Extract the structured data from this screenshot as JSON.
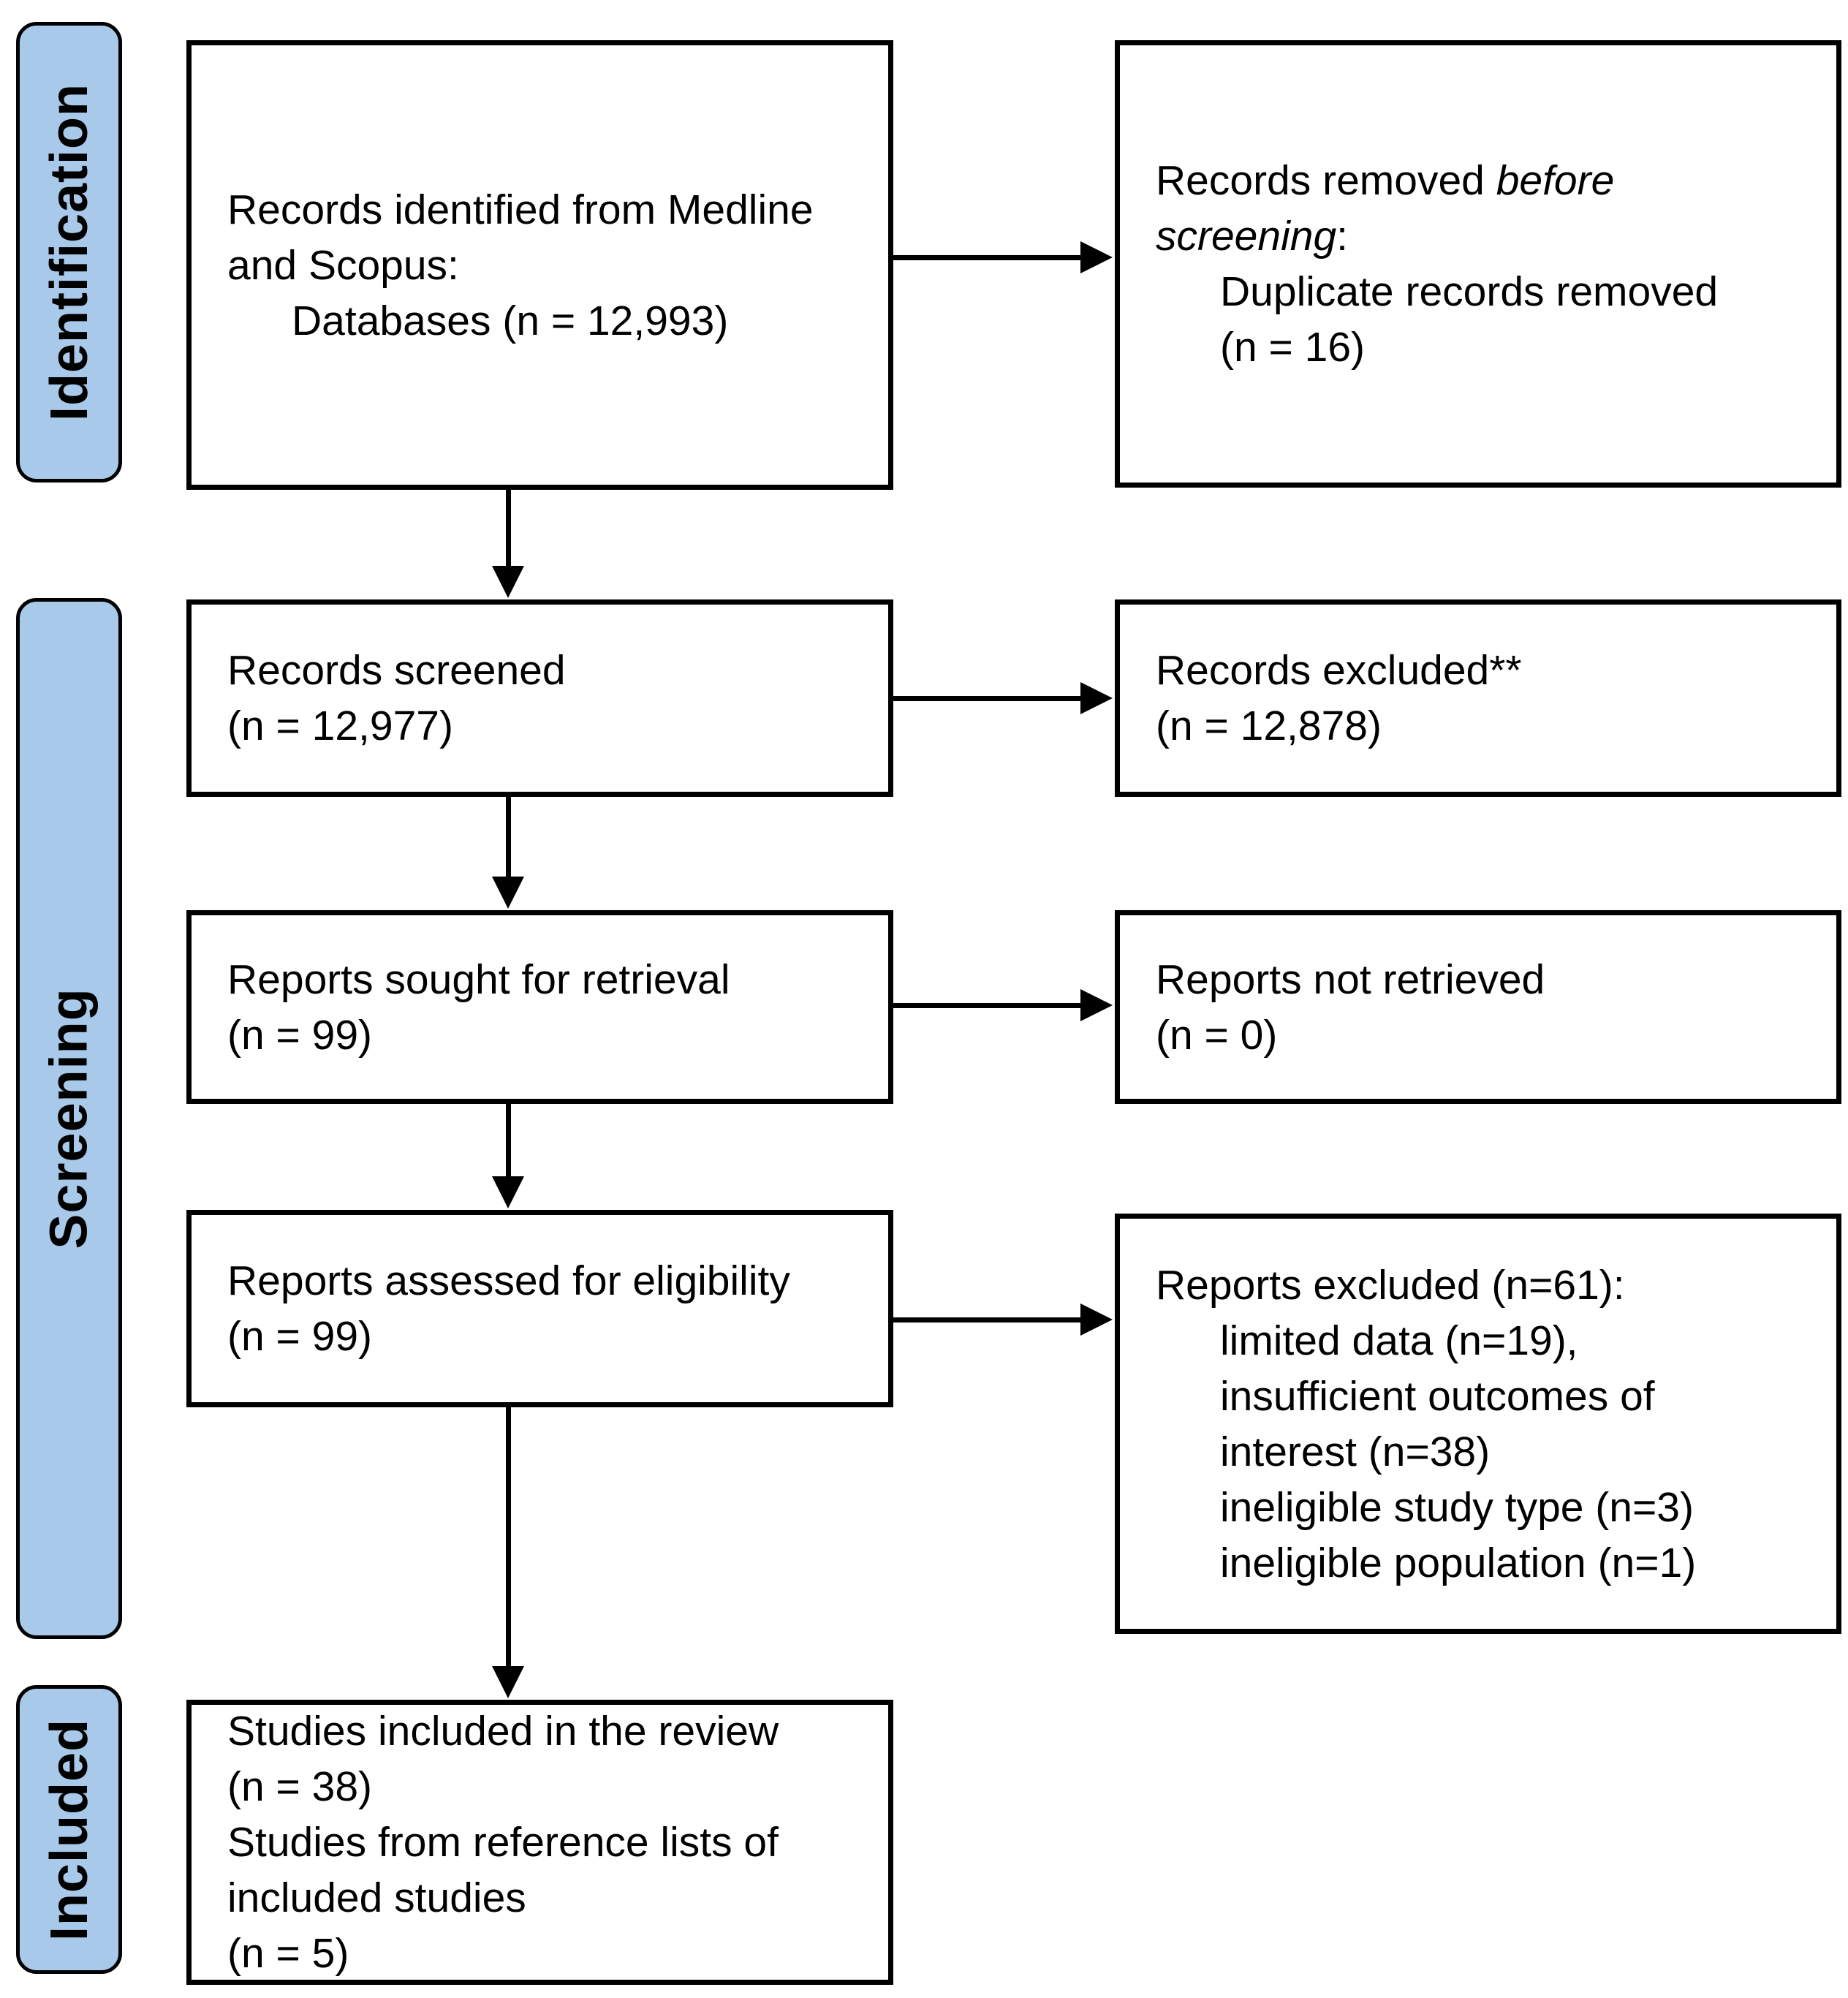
{
  "colors": {
    "stage_fill": "#A8C9E9",
    "stage_border": "#000000",
    "box_border": "#000000",
    "arrow": "#000000",
    "text": "#000000"
  },
  "stages": [
    {
      "id": "identification",
      "label": "Identification"
    },
    {
      "id": "screening",
      "label": "Screening"
    },
    {
      "id": "included",
      "label": "Included"
    }
  ],
  "boxes": {
    "identified": {
      "lines": [
        {
          "segments": [
            {
              "text": "Records identified from Medline"
            }
          ]
        },
        {
          "segments": [
            {
              "text": "and Scopus:"
            }
          ]
        },
        {
          "indent": true,
          "segments": [
            {
              "text": "Databases (n = 12,993)"
            }
          ]
        }
      ]
    },
    "removed_before_screening": {
      "lines": [
        {
          "segments": [
            {
              "text": "Records removed "
            },
            {
              "text": "before",
              "italic": true
            }
          ]
        },
        {
          "segments": [
            {
              "text": "screening",
              "italic": true
            },
            {
              "text": ":"
            }
          ]
        },
        {
          "indent": true,
          "segments": [
            {
              "text": "Duplicate records removed"
            }
          ]
        },
        {
          "indent": true,
          "segments": [
            {
              "text": "(n = 16)"
            }
          ]
        }
      ]
    },
    "screened": {
      "lines": [
        {
          "segments": [
            {
              "text": "Records screened"
            }
          ]
        },
        {
          "segments": [
            {
              "text": "(n = 12,977)"
            }
          ]
        }
      ]
    },
    "records_excluded": {
      "lines": [
        {
          "segments": [
            {
              "text": "Records excluded**"
            }
          ]
        },
        {
          "segments": [
            {
              "text": "(n = 12,878)"
            }
          ]
        }
      ]
    },
    "sought": {
      "lines": [
        {
          "segments": [
            {
              "text": "Reports sought for retrieval"
            }
          ]
        },
        {
          "segments": [
            {
              "text": "(n = 99)"
            }
          ]
        }
      ]
    },
    "not_retrieved": {
      "lines": [
        {
          "segments": [
            {
              "text": "Reports not retrieved"
            }
          ]
        },
        {
          "segments": [
            {
              "text": "(n = 0)"
            }
          ]
        }
      ]
    },
    "assessed": {
      "lines": [
        {
          "segments": [
            {
              "text": "Reports assessed for eligibility"
            }
          ]
        },
        {
          "segments": [
            {
              "text": "(n = 99)"
            }
          ]
        }
      ]
    },
    "reports_excluded": {
      "lines": [
        {
          "segments": [
            {
              "text": "Reports excluded (n=61):"
            }
          ]
        },
        {
          "indent": true,
          "segments": [
            {
              "text": "limited data (n=19),"
            }
          ]
        },
        {
          "indent": true,
          "segments": [
            {
              "text": "insufficient outcomes of"
            }
          ]
        },
        {
          "indent": true,
          "segments": [
            {
              "text": "interest (n=38)"
            }
          ]
        },
        {
          "indent": true,
          "segments": [
            {
              "text": "ineligible study type (n=3)"
            }
          ]
        },
        {
          "indent": true,
          "segments": [
            {
              "text": "ineligible population (n=1)"
            }
          ]
        }
      ]
    },
    "studies_included": {
      "lines": [
        {
          "segments": [
            {
              "text": "Studies included in the review"
            }
          ]
        },
        {
          "segments": [
            {
              "text": "(n = 38)"
            }
          ]
        },
        {
          "segments": [
            {
              "text": "Studies from reference lists of"
            }
          ]
        },
        {
          "segments": [
            {
              "text": "included studies"
            }
          ]
        },
        {
          "segments": [
            {
              "text": "(n = 5)"
            }
          ]
        }
      ]
    }
  },
  "edges": [
    {
      "from": "records-identified",
      "to": "records-removed-before-screening"
    },
    {
      "from": "records-identified",
      "to": "records-screened"
    },
    {
      "from": "records-screened",
      "to": "records-excluded"
    },
    {
      "from": "records-screened",
      "to": "reports-sought"
    },
    {
      "from": "reports-sought",
      "to": "reports-not-retrieved"
    },
    {
      "from": "reports-sought",
      "to": "reports-assessed"
    },
    {
      "from": "reports-assessed",
      "to": "reports-excluded"
    },
    {
      "from": "reports-assessed",
      "to": "studies-included"
    }
  ]
}
